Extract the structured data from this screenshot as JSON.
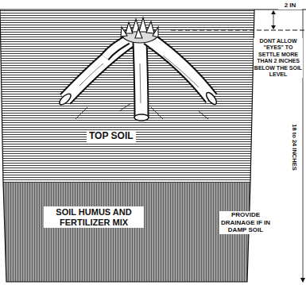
{
  "diagram": {
    "nodes": [
      {
        "text": [
          "TOP SOIL"
        ]
      },
      {
        "text": [
          "SOIL HUMUS AND FERTILIZER MIX"
        ]
      }
    ],
    "labels": [
      "2 IN",
      "DONT ALLOW \"EYES\" TO SETTLE MORE THAN 2 INCHES BELOW THE SOIL LEVEL",
      "18 to 24 INCHES",
      "PROVIDE DRAINAGE IF IN DAMP SOIL"
    ]
  }
}
